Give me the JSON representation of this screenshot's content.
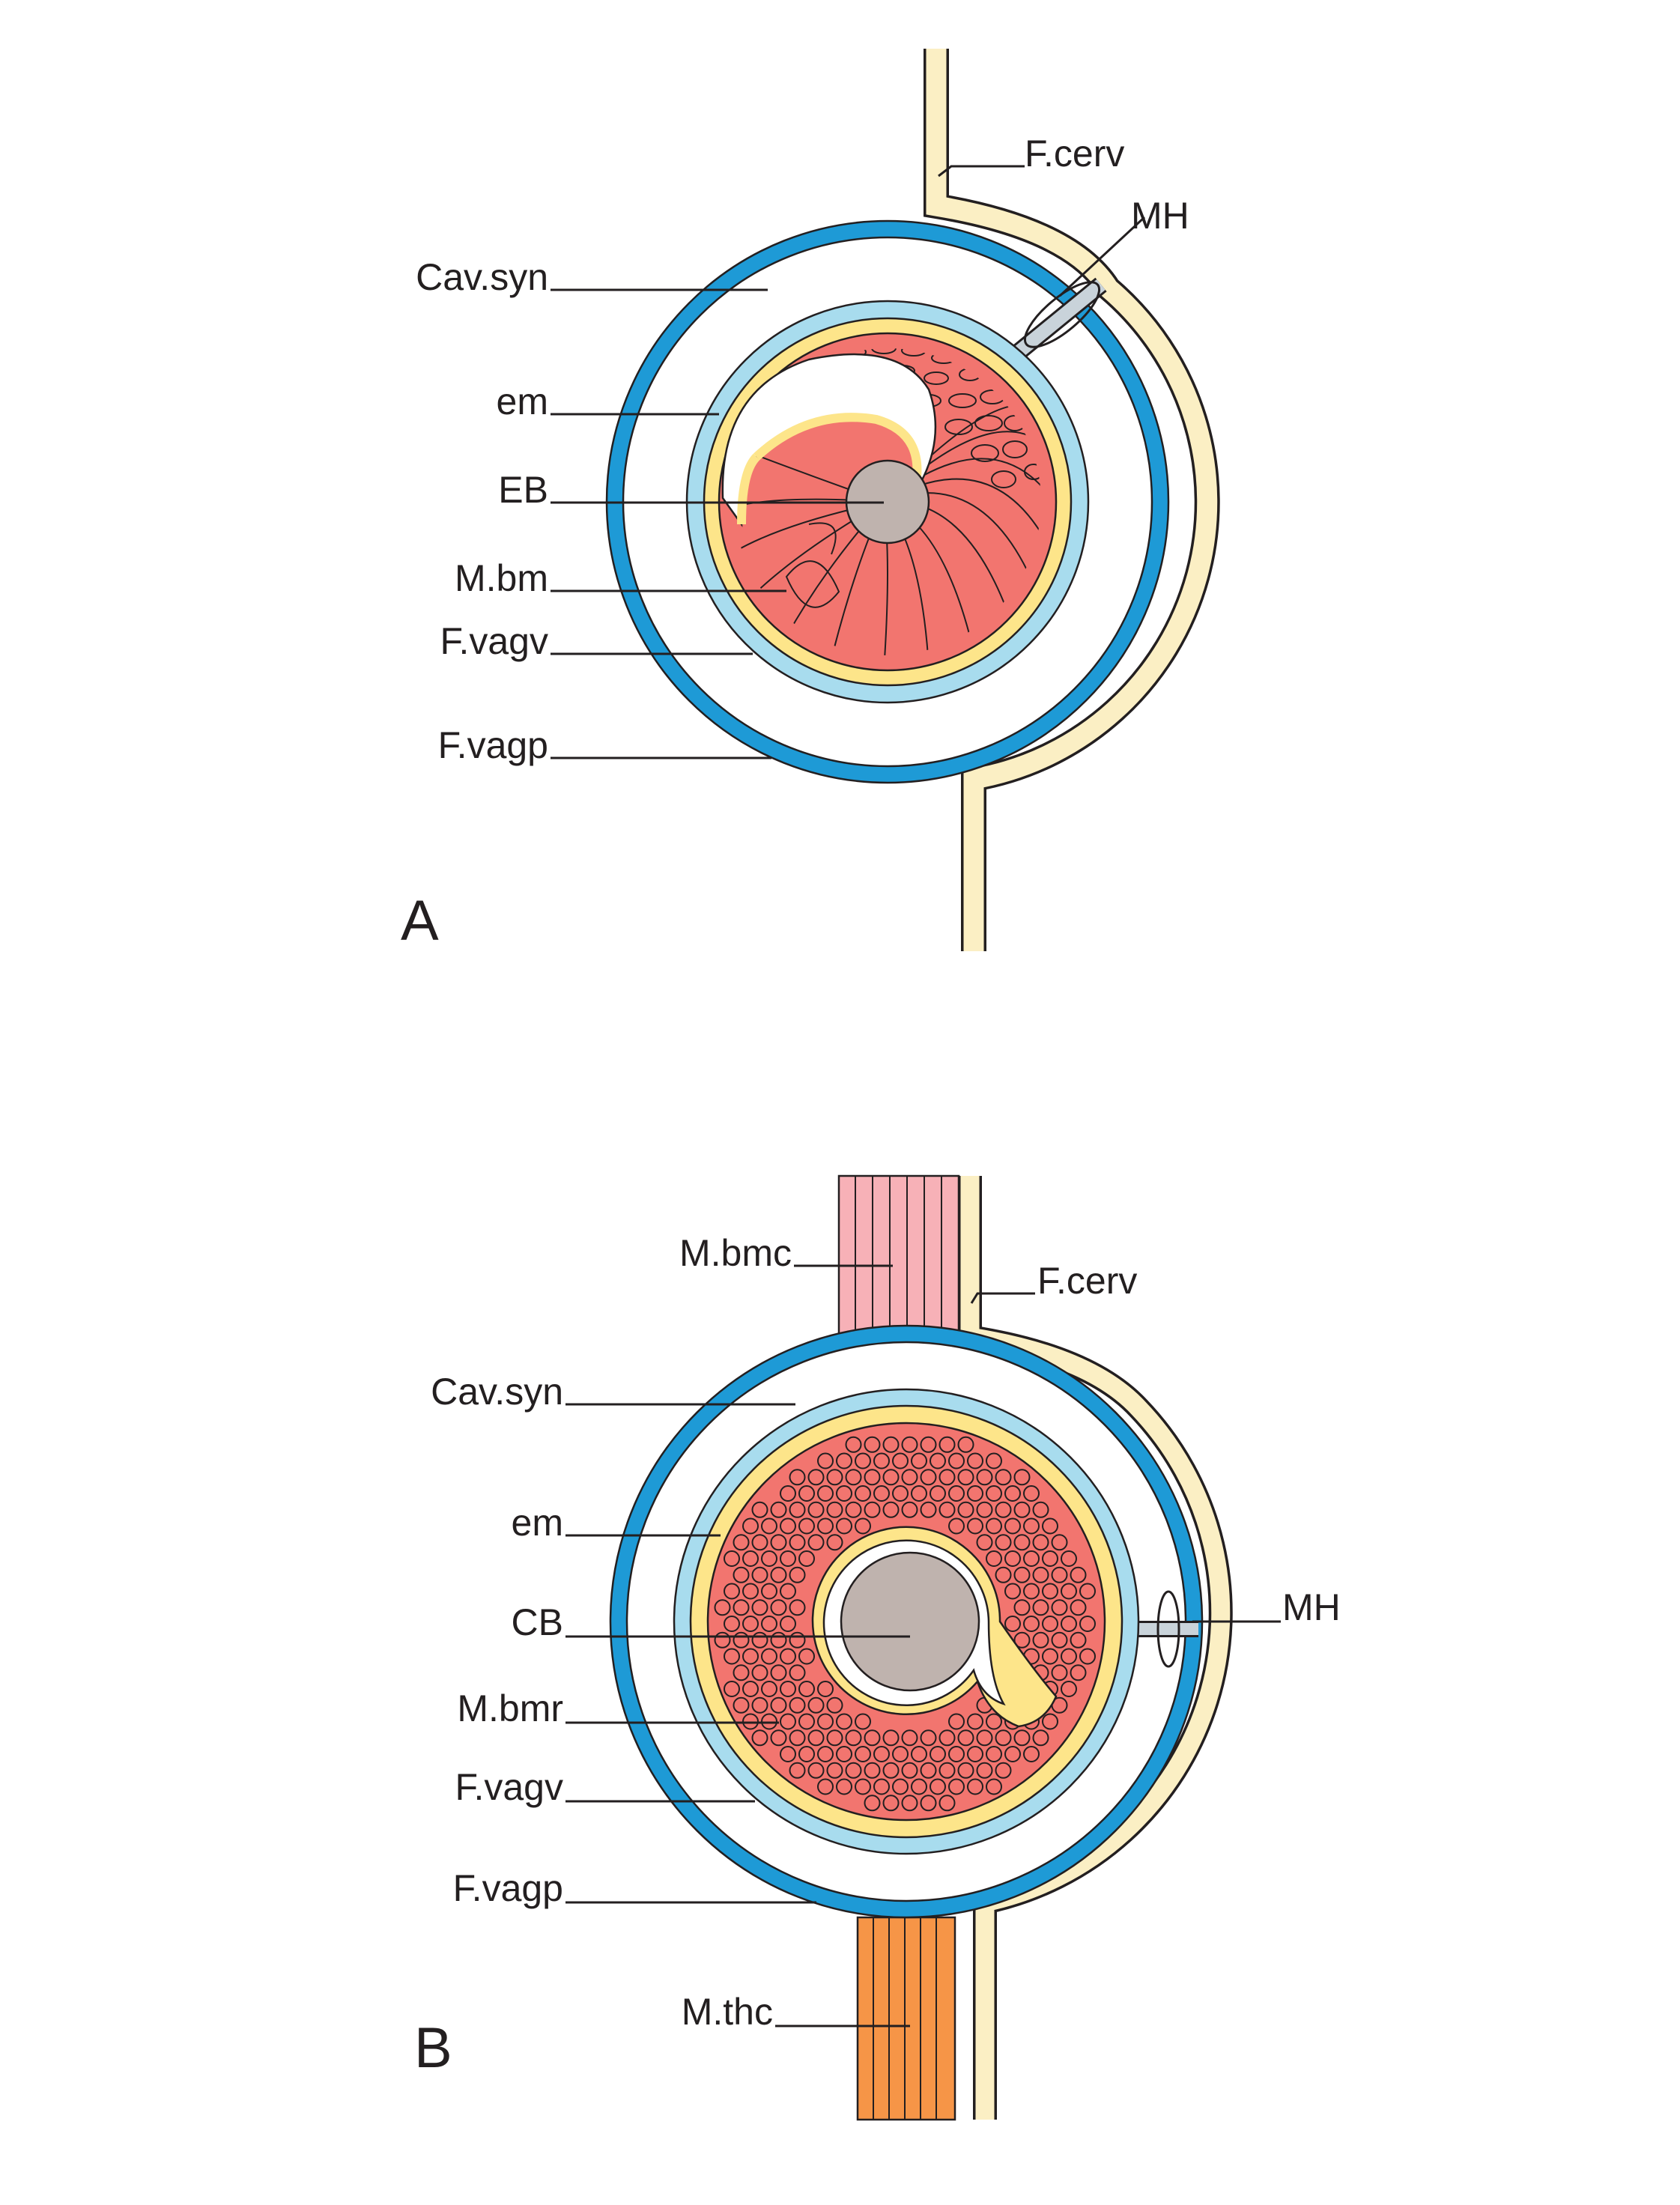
{
  "panels": [
    {
      "letter": "A",
      "labels": {
        "fcerv": "F.cerv",
        "mh": "MH",
        "cavsyn": "Cav.syn",
        "em": "em",
        "eb": "EB",
        "mbm": "M.bm",
        "fvagv": "F.vagv",
        "fvagp": "F.vagp"
      }
    },
    {
      "letter": "B",
      "labels": {
        "mbmc": "M.bmc",
        "fcerv": "F.cerv",
        "cavsyn": "Cav.syn",
        "em": "em",
        "mh": "MH",
        "cb": "CB",
        "mbmr": "M.bmr",
        "fvagv": "F.vagv",
        "fvagp": "F.vagp",
        "mthc": "M.thc"
      }
    }
  ],
  "colors": {
    "outer_sheath_cream": "#fbefc4",
    "vagina_parietal_blue": "#1e9ad6",
    "vagina_visceral_lightblue": "#a8dcee",
    "epimysium_yellow": "#fde58a",
    "muscle_red": "#f2756f",
    "bone_gray": "#bfb3ae",
    "muscle_bmc_pink": "#f7b1b7",
    "muscle_thc_orange": "#f69547",
    "outline": "#231f20"
  }
}
